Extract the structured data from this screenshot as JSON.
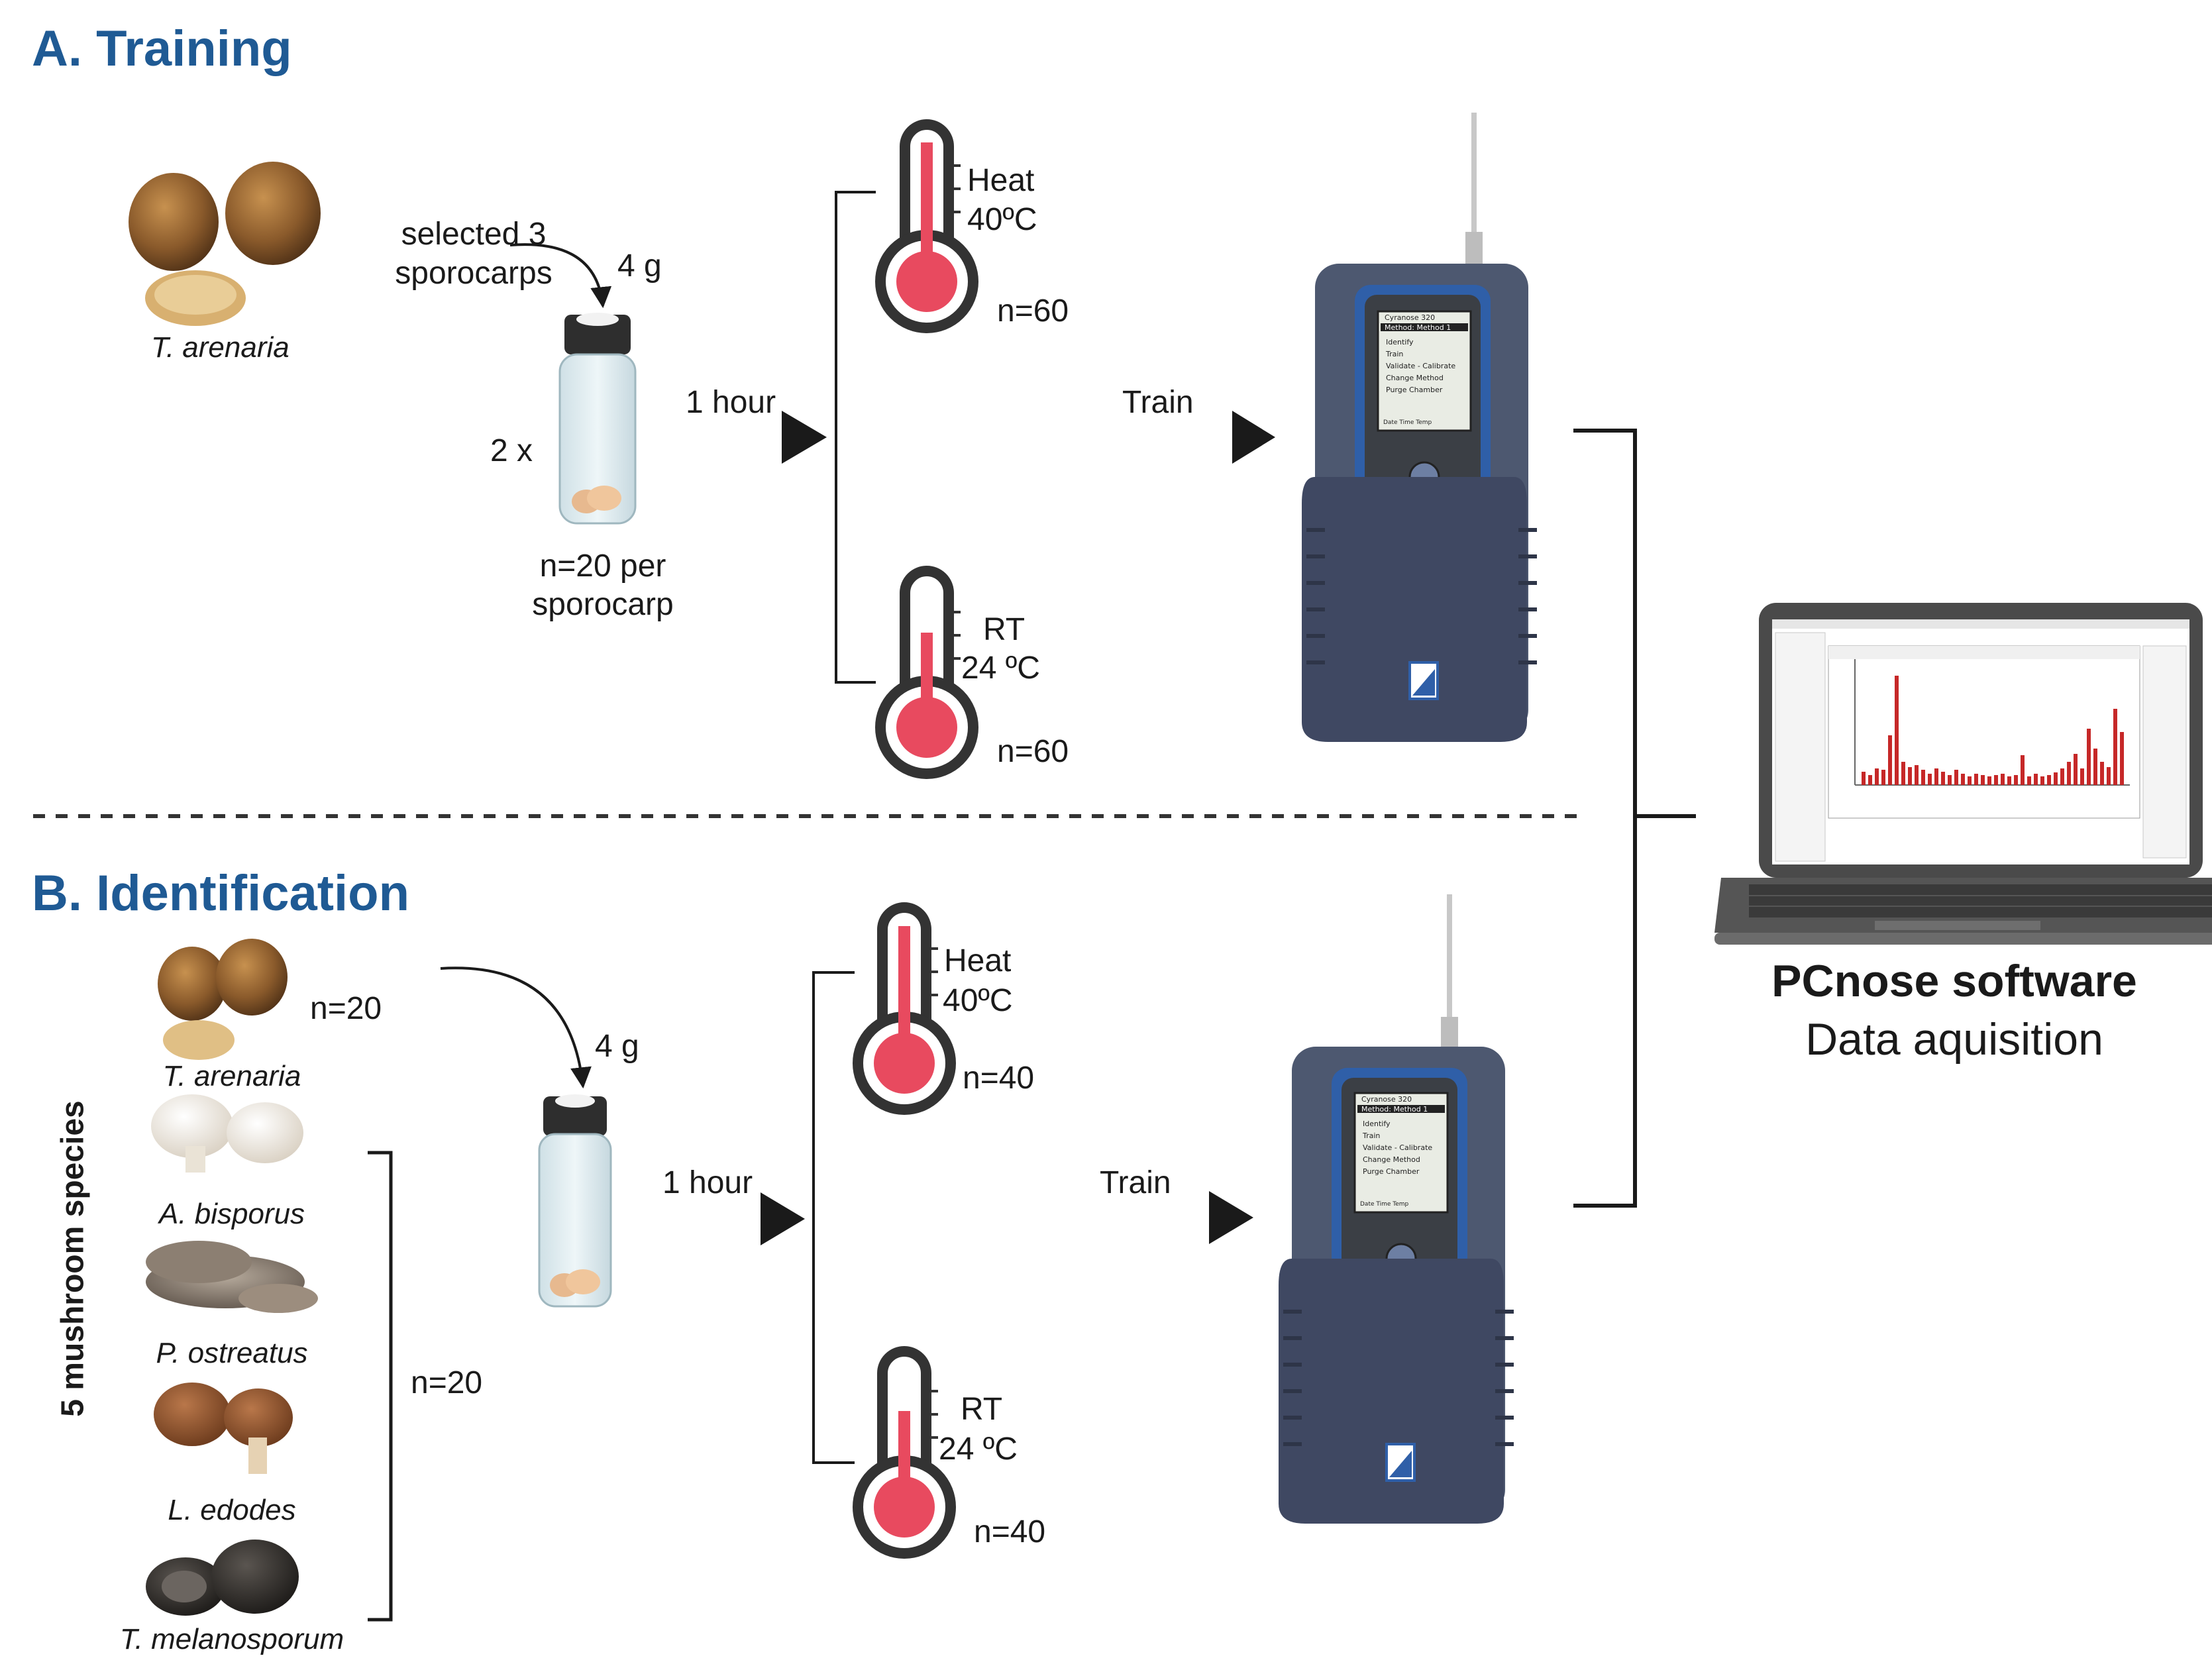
{
  "sections": {
    "training": "A. Training",
    "identification": "B. Identification"
  },
  "training": {
    "species": "T. arenaria",
    "selected_line1": "selected 3",
    "selected_line2": "sporocarps",
    "mass": "4 g",
    "multiplier": "2 x",
    "n_per_line1": "n=20 per",
    "n_per_line2": "sporocarp",
    "incubation": "1 hour",
    "heat_label": "Heat",
    "heat_temp": "40ºC",
    "heat_n": "n=60",
    "rt_label": "RT",
    "rt_temp": "24 ºC",
    "rt_n": "n=60",
    "train": "Train"
  },
  "identification": {
    "group_label": "5 mushroom species",
    "species": [
      "T. arenaria",
      "A. bisporus",
      "P. ostreatus",
      "L. edodes",
      "T. melanosporum"
    ],
    "arenaria_n": "n=20",
    "others_n": "n=20",
    "mass": "4 g",
    "incubation": "1 hour",
    "heat_label": "Heat",
    "heat_temp": "40ºC",
    "heat_n": "n=40",
    "rt_label": "RT",
    "rt_temp": "24 ºC",
    "rt_n": "n=40",
    "train": "Train"
  },
  "device_screen": {
    "header": "Cyranose 320",
    "method": "Method: Method 1",
    "menu": [
      "Identify",
      "Train",
      "Validate - Calibrate",
      "Change Method",
      "Purge Chamber"
    ],
    "footer": "Date  Time  Temp"
  },
  "software": {
    "name": "PCnose software",
    "subtitle": "Data aquisition"
  },
  "colors": {
    "section_title": "#1f5a94",
    "thermometer_fill": "#e84a5f",
    "device_body": "#4d5870",
    "device_accent": "#2f5fa8",
    "button_yellow": "#f4c20d",
    "laptop_frame": "#444444",
    "chart_bars": "#c62828"
  },
  "icons": [
    "mushroom-photo",
    "vial-icon",
    "thermometer-icon",
    "arrow-icon",
    "cyranose-device-icon",
    "laptop-icon"
  ]
}
